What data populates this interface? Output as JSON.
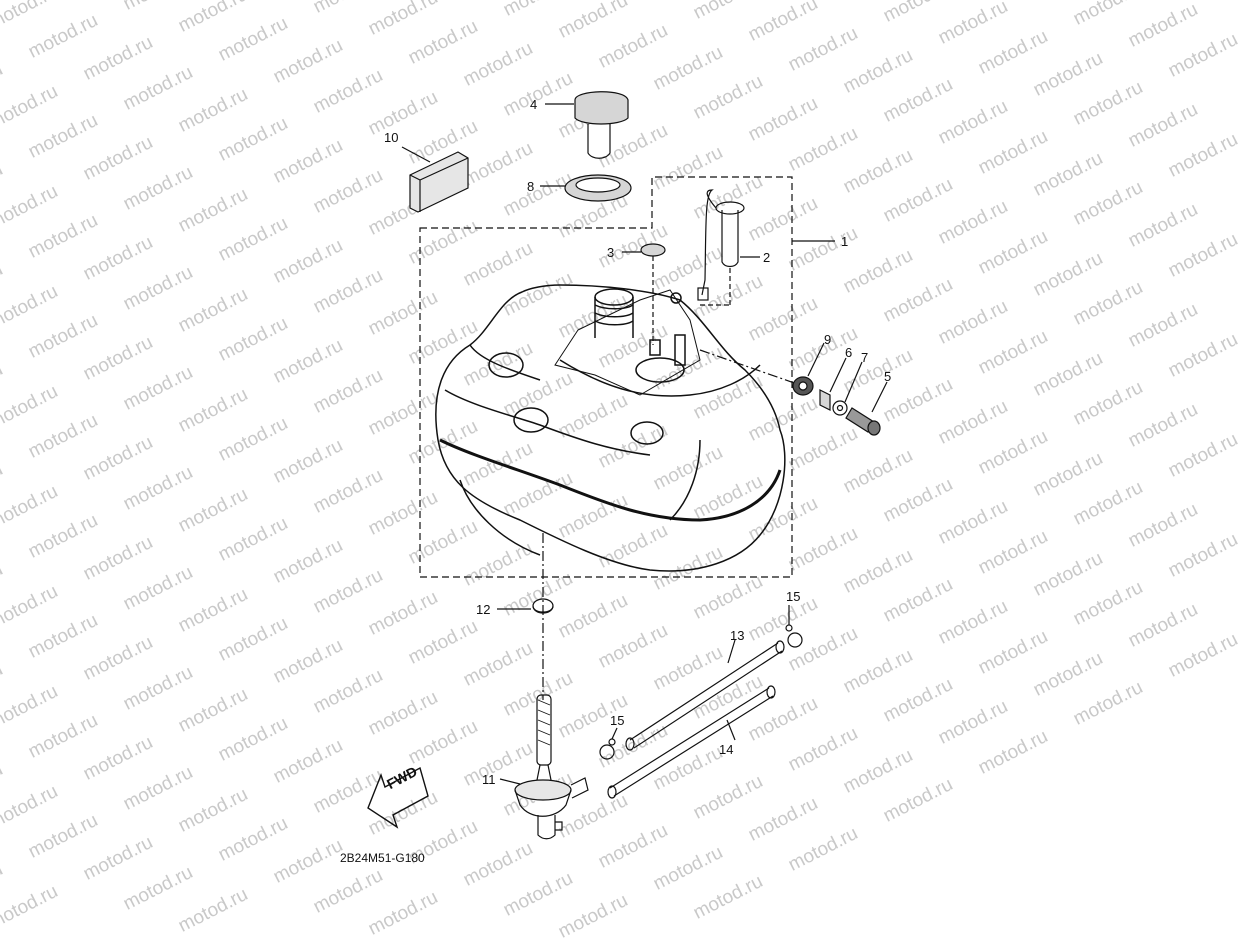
{
  "watermark": {
    "text": "motod.ru"
  },
  "callouts": {
    "c1": "1",
    "c2": "2",
    "c3": "3",
    "c4": "4",
    "c5": "5",
    "c6": "6",
    "c7": "7",
    "c8": "8",
    "c9": "9",
    "c10": "10",
    "c11": "11",
    "c12": "12",
    "c13": "13",
    "c14": "14",
    "c15a": "15",
    "c15b": "15"
  },
  "fwd_label": "FWD",
  "diagram_code": "2B24M51-G180",
  "colors": {
    "line": "#111111",
    "shade": "#d6d6d6",
    "watermark": "#c9c9c9"
  }
}
